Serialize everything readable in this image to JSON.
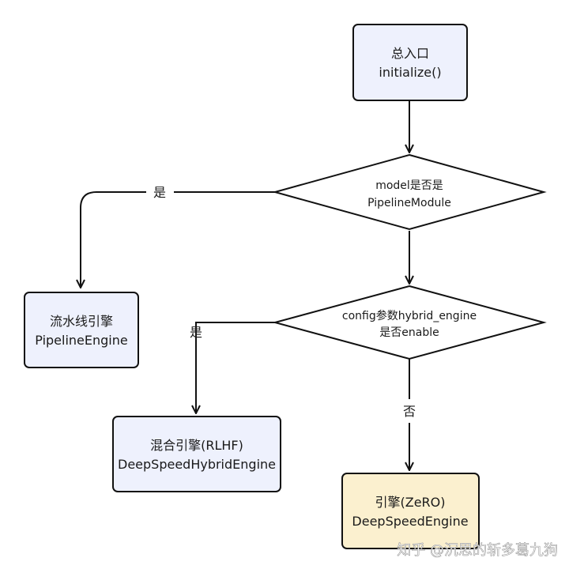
{
  "nodes": {
    "entry": {
      "line1": "总入口",
      "line2": "initialize()",
      "fill": "#eef1fd"
    },
    "decision1": {
      "line1": "model是否是",
      "line2": "PipelineModule"
    },
    "decision2": {
      "line1": "config参数hybrid_engine",
      "line2": "是否enable"
    },
    "pipeline": {
      "line1": "流水线引擎",
      "line2": "PipelineEngine",
      "fill": "#eef1fd"
    },
    "hybrid": {
      "line1": "混合引擎(RLHF)",
      "line2": "DeepSpeedHybridEngine",
      "fill": "#eef1fd"
    },
    "zero": {
      "line1": "引擎(ZeRO)",
      "line2": "DeepSpeedEngine",
      "fill": "#fbf0cf"
    }
  },
  "edge_labels": {
    "d1_yes": "是",
    "d2_yes": "是",
    "d2_no": "否"
  },
  "watermark": "知乎 @沉思的斩多葛九狗",
  "colors": {
    "stroke": "#111111",
    "blue_fill": "#eef1fd",
    "yellow_fill": "#fbf0cf"
  }
}
